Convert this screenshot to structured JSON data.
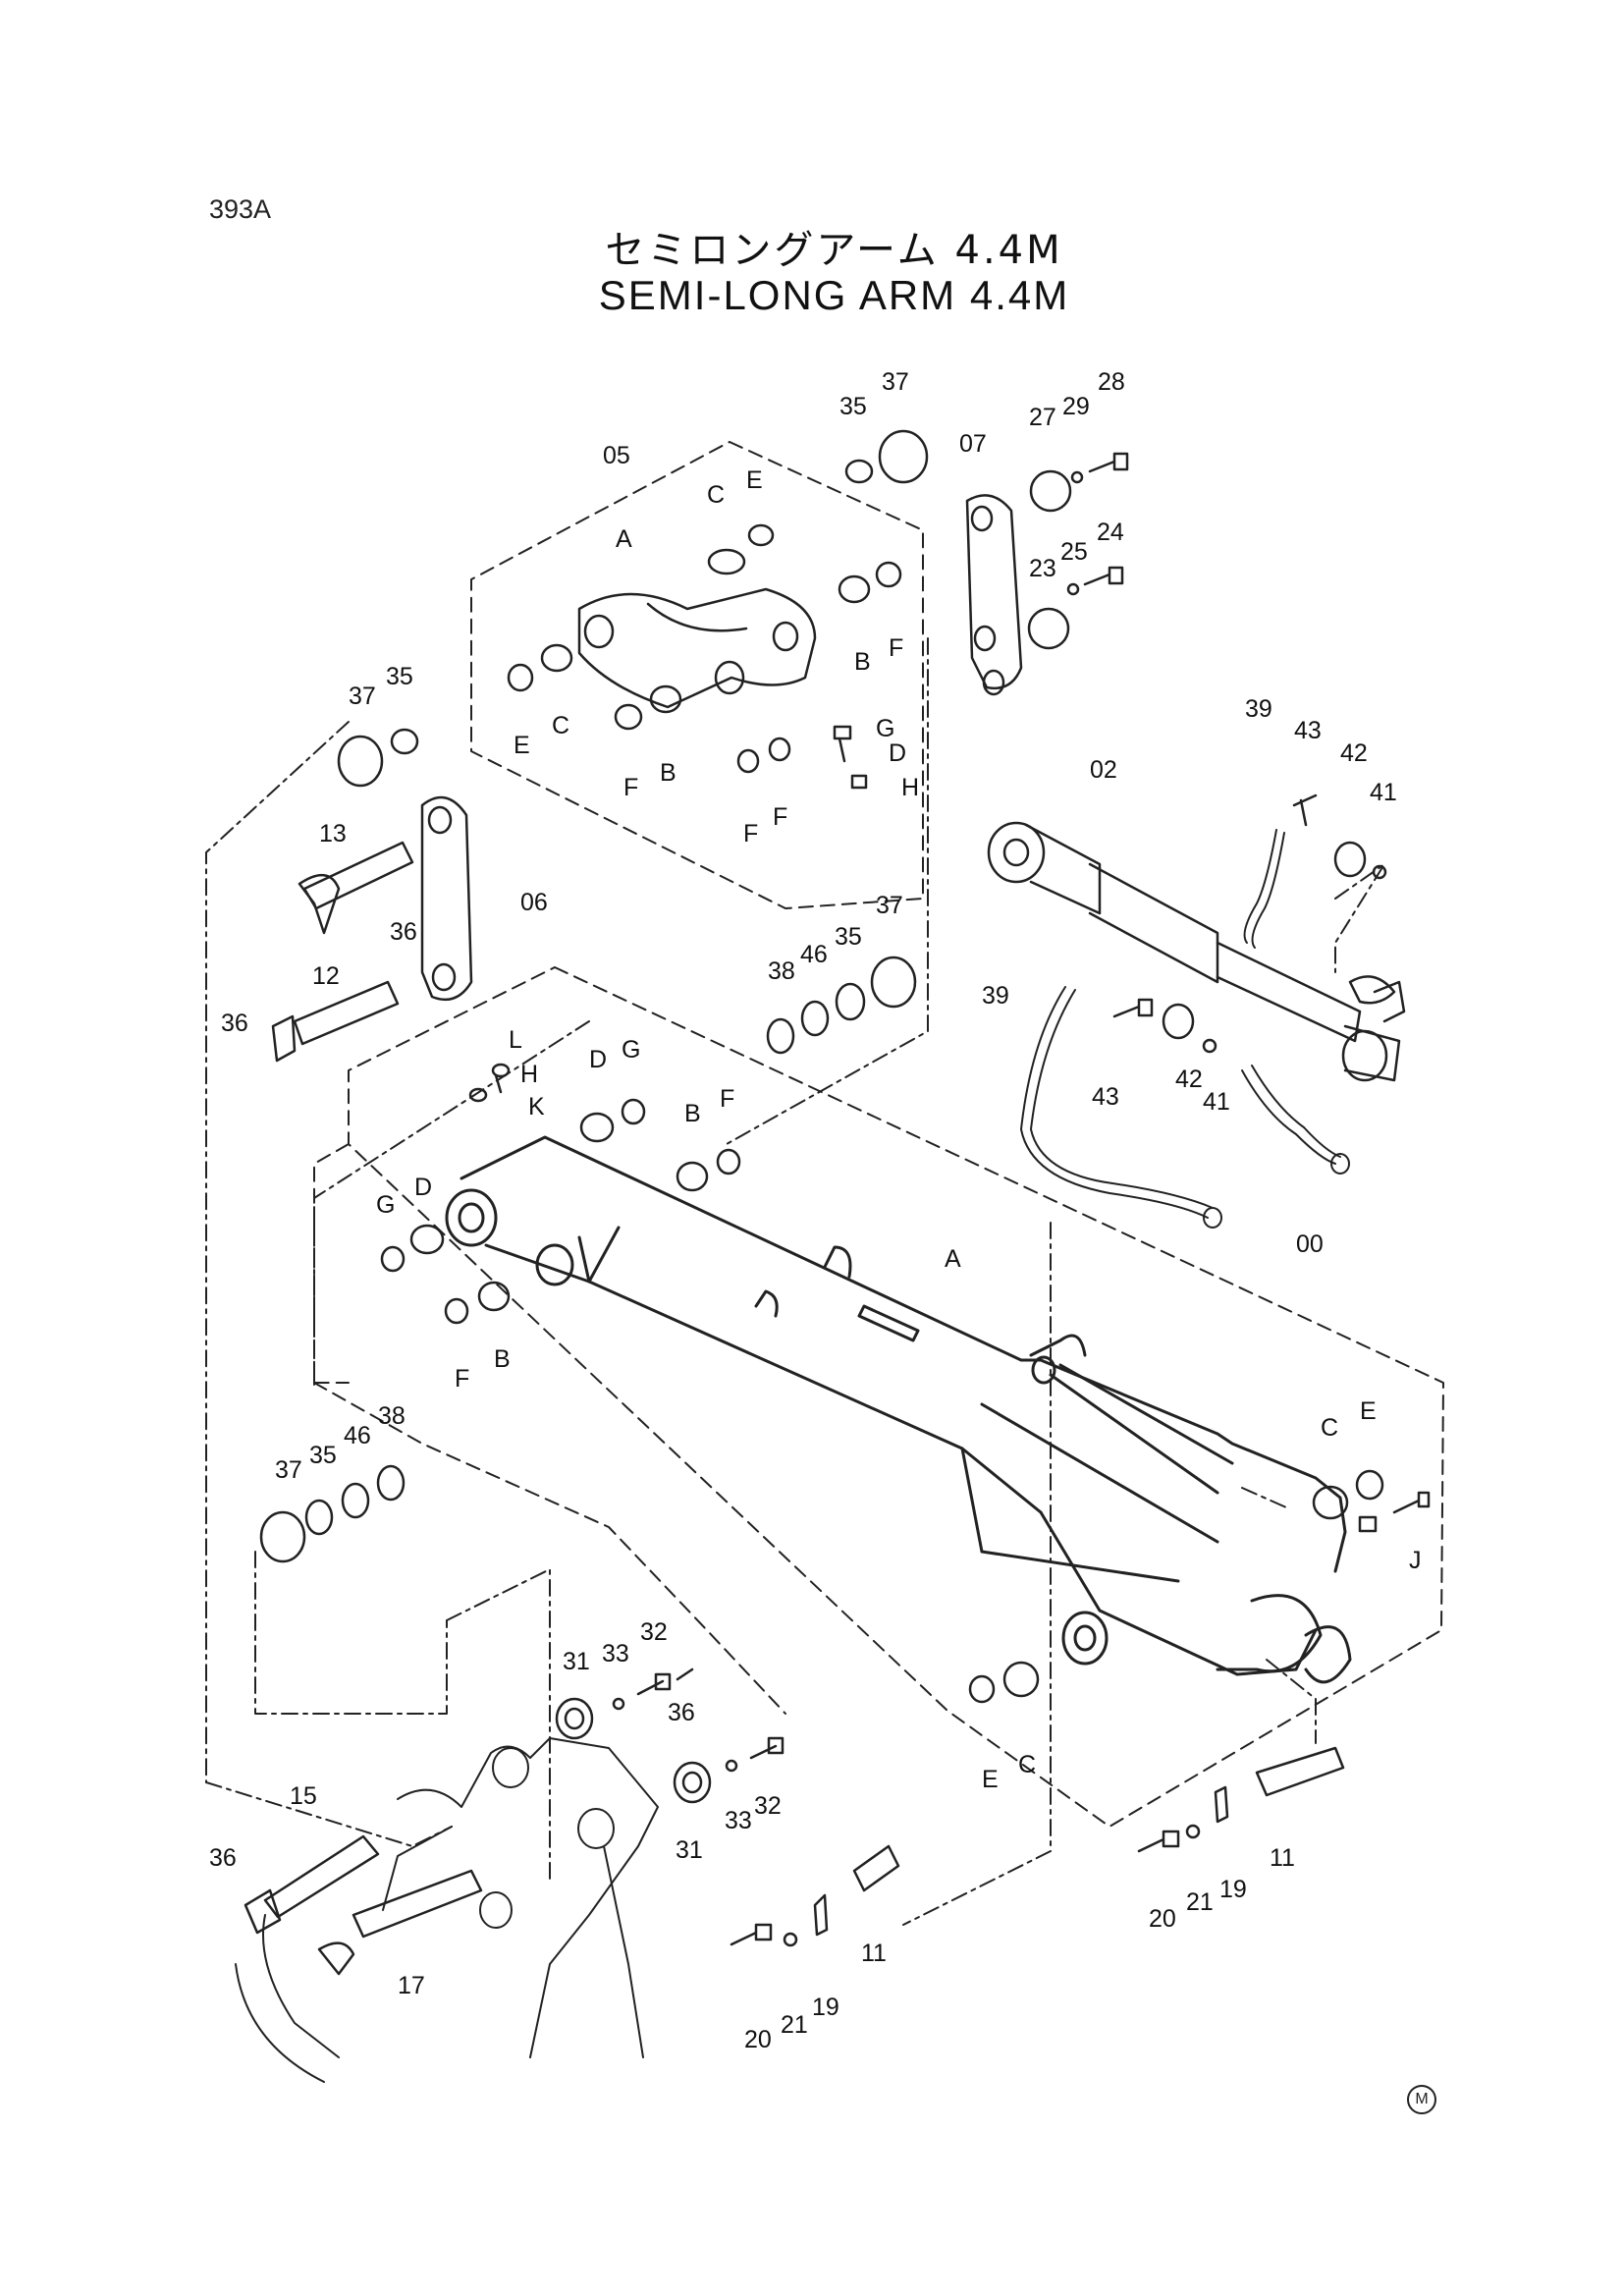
{
  "header": {
    "page_code": "393A",
    "title_jp": "セミロングアーム 4.4M",
    "title_en": "SEMI-LONG ARM 4.4M"
  },
  "footer_mark": "M",
  "callouts": [
    {
      "id": "c1",
      "text": "37"
    },
    {
      "id": "c2",
      "text": "35"
    },
    {
      "id": "c3",
      "text": "07"
    },
    {
      "id": "c4",
      "text": "27"
    },
    {
      "id": "c5",
      "text": "29"
    },
    {
      "id": "c6",
      "text": "28"
    },
    {
      "id": "c7",
      "text": "05"
    },
    {
      "id": "c8",
      "text": "C"
    },
    {
      "id": "c9",
      "text": "E"
    },
    {
      "id": "c10",
      "text": "A"
    },
    {
      "id": "c11",
      "text": "23"
    },
    {
      "id": "c12",
      "text": "25"
    },
    {
      "id": "c13",
      "text": "24"
    },
    {
      "id": "c14",
      "text": "B"
    },
    {
      "id": "c15",
      "text": "F"
    },
    {
      "id": "c16",
      "text": "37"
    },
    {
      "id": "c17",
      "text": "35"
    },
    {
      "id": "c18",
      "text": "E"
    },
    {
      "id": "c19",
      "text": "C"
    },
    {
      "id": "c20",
      "text": "F"
    },
    {
      "id": "c21",
      "text": "B"
    },
    {
      "id": "c22",
      "text": "G"
    },
    {
      "id": "c23",
      "text": "D"
    },
    {
      "id": "c24",
      "text": "H"
    },
    {
      "id": "c25",
      "text": "F"
    },
    {
      "id": "c26",
      "text": "F"
    },
    {
      "id": "c27",
      "text": "39"
    },
    {
      "id": "c28",
      "text": "43"
    },
    {
      "id": "c29",
      "text": "42"
    },
    {
      "id": "c30",
      "text": "41"
    },
    {
      "id": "c31",
      "text": "02"
    },
    {
      "id": "c32",
      "text": "13"
    },
    {
      "id": "c33",
      "text": "06"
    },
    {
      "id": "c34",
      "text": "36"
    },
    {
      "id": "c35",
      "text": "12"
    },
    {
      "id": "c36",
      "text": "36"
    },
    {
      "id": "c37",
      "text": "L"
    },
    {
      "id": "c38",
      "text": "H"
    },
    {
      "id": "c39",
      "text": "K"
    },
    {
      "id": "c40",
      "text": "D"
    },
    {
      "id": "c41",
      "text": "G"
    },
    {
      "id": "c42",
      "text": "38"
    },
    {
      "id": "c43",
      "text": "46"
    },
    {
      "id": "c44",
      "text": "35"
    },
    {
      "id": "c45",
      "text": "37"
    },
    {
      "id": "c46",
      "text": "39"
    },
    {
      "id": "c47",
      "text": "43"
    },
    {
      "id": "c48",
      "text": "42"
    },
    {
      "id": "c49",
      "text": "41"
    },
    {
      "id": "c50",
      "text": "B"
    },
    {
      "id": "c51",
      "text": "F"
    },
    {
      "id": "c52",
      "text": "G"
    },
    {
      "id": "c53",
      "text": "D"
    },
    {
      "id": "c54",
      "text": "A"
    },
    {
      "id": "c55",
      "text": "00"
    },
    {
      "id": "c56",
      "text": "F"
    },
    {
      "id": "c57",
      "text": "B"
    },
    {
      "id": "c58",
      "text": "37"
    },
    {
      "id": "c59",
      "text": "35"
    },
    {
      "id": "c60",
      "text": "46"
    },
    {
      "id": "c61",
      "text": "38"
    },
    {
      "id": "c62",
      "text": "C"
    },
    {
      "id": "c63",
      "text": "E"
    },
    {
      "id": "c64",
      "text": "J"
    },
    {
      "id": "c65",
      "text": "31"
    },
    {
      "id": "c66",
      "text": "33"
    },
    {
      "id": "c67",
      "text": "32"
    },
    {
      "id": "c68",
      "text": "36"
    },
    {
      "id": "c69",
      "text": "33"
    },
    {
      "id": "c70",
      "text": "32"
    },
    {
      "id": "c71",
      "text": "31"
    },
    {
      "id": "c72",
      "text": "15"
    },
    {
      "id": "c73",
      "text": "36"
    },
    {
      "id": "c74",
      "text": "E"
    },
    {
      "id": "c75",
      "text": "C"
    },
    {
      "id": "c76",
      "text": "17"
    },
    {
      "id": "c77",
      "text": "11"
    },
    {
      "id": "c78",
      "text": "20"
    },
    {
      "id": "c79",
      "text": "21"
    },
    {
      "id": "c80",
      "text": "19"
    },
    {
      "id": "c81",
      "text": "11"
    },
    {
      "id": "c82",
      "text": "20"
    },
    {
      "id": "c83",
      "text": "21"
    },
    {
      "id": "c84",
      "text": "19"
    }
  ]
}
